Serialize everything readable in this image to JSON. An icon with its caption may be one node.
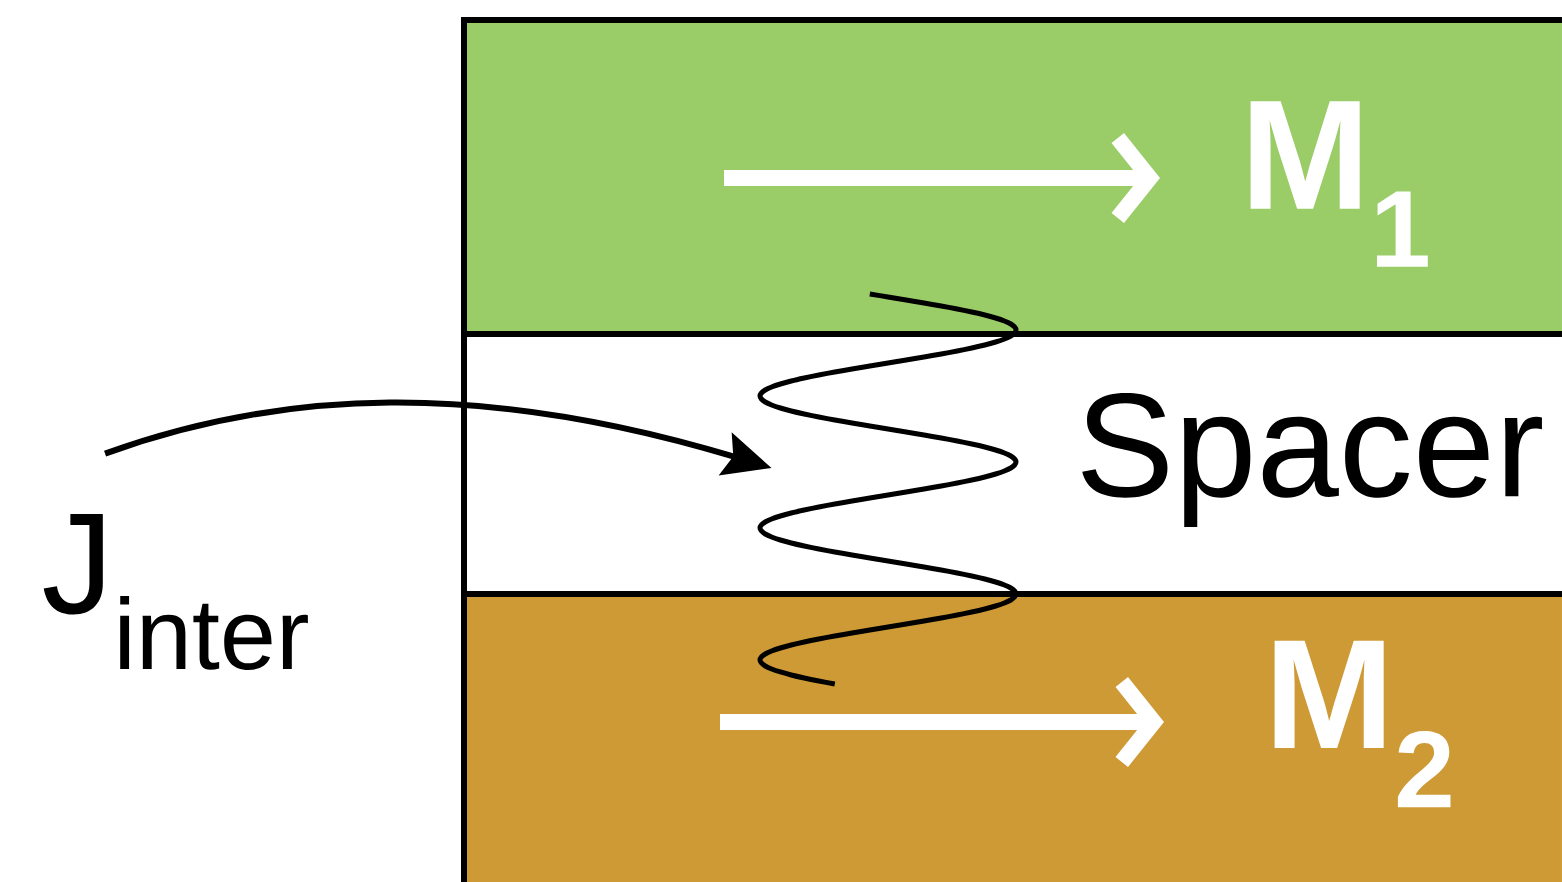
{
  "diagram": {
    "nodes": [
      {
        "text": [
          "M$_{1}$"
        ]
      },
      {
        "text": [
          "Spacer"
        ]
      },
      {
        "text": [
          "M$_{2}$"
        ]
      },
      {
        "text": [
          "J$_{inter}$"
        ]
      },
      {
        "text": [],
        "shape": "picture"
      }
    ],
    "edges": [
      {
        "from": 3,
        "to": 4,
        "arrow": "to"
      }
    ]
  }
}
